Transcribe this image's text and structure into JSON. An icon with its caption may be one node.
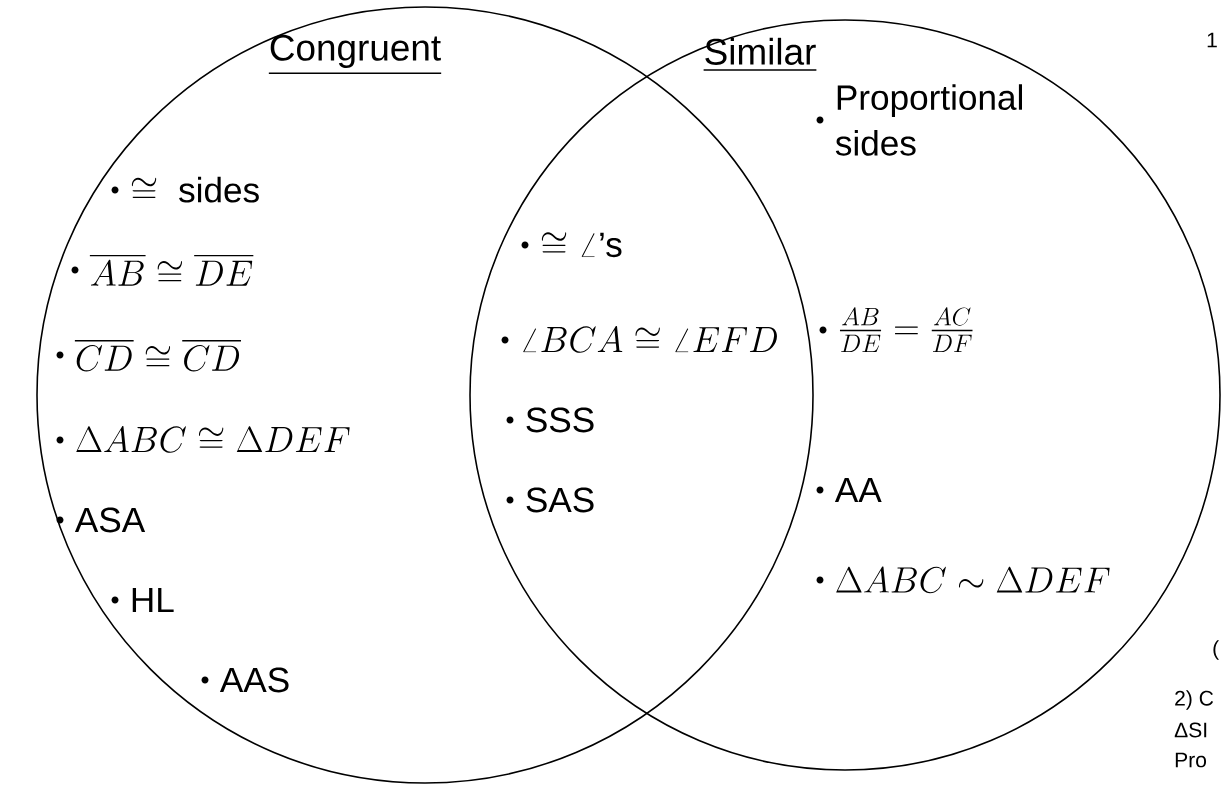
{
  "diagram": {
    "nodes": [
      {
        "text": [
          "Congruent",
          "\\cong \\text{ sides}",
          "\\overline{AB} \\cong \\overline{DE}",
          "\\overline{CD} \\cong \\overline{CD}",
          "\\Delta ABC \\cong \\Delta DEF",
          "ASA",
          "HL",
          "AAS"
        ]
      },
      {
        "text": [
          "Similar",
          "Proportional sides",
          "\\frac{AB}{DE} = \\frac{AC}{DF}",
          "AA",
          "\\Delta ABC \\sim \\Delta DEF"
        ]
      }
    ],
    "labels": [
      "\\cong \\angle\\text{'s}",
      "\\angle BCA \\cong \\angle EFD",
      "SSS",
      "SAS",
      "1",
      "(",
      "2) C",
      "ΔSI",
      "Pro"
    ]
  }
}
